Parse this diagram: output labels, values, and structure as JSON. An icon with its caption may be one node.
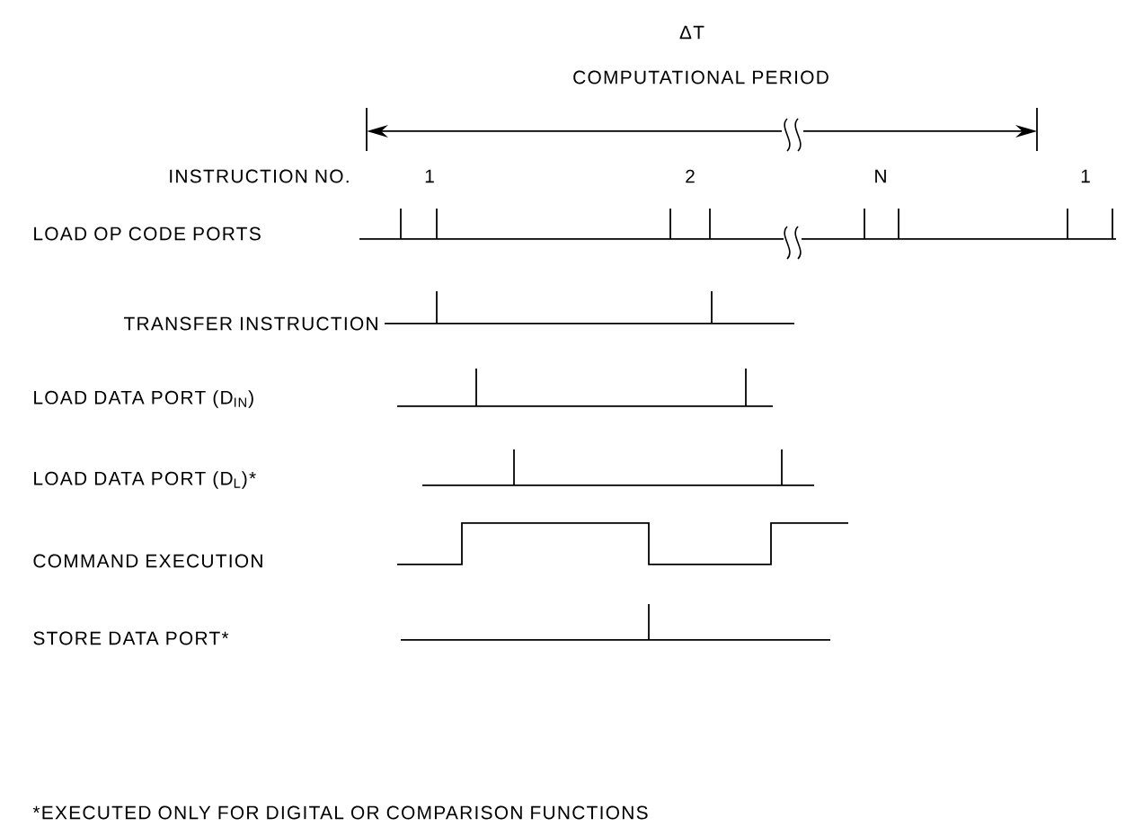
{
  "diagram": {
    "labels": [
      "ΔT",
      "COMPUTATIONAL PERIOD",
      "INSTRUCTION NO.",
      "1",
      "2",
      "N",
      "1",
      "LOAD OP CODE PORTS",
      "TRANSFER INSTRUCTION",
      "LOAD DATA PORT (D$_{IN}$)",
      "LOAD DATA PORT (D$_{L}$)*",
      "COMMAND EXECUTION",
      "STORE DATA PORT*",
      "*EXECUTED ONLY FOR DIGITAL OR COMPARISON FUNCTIONS"
    ]
  }
}
